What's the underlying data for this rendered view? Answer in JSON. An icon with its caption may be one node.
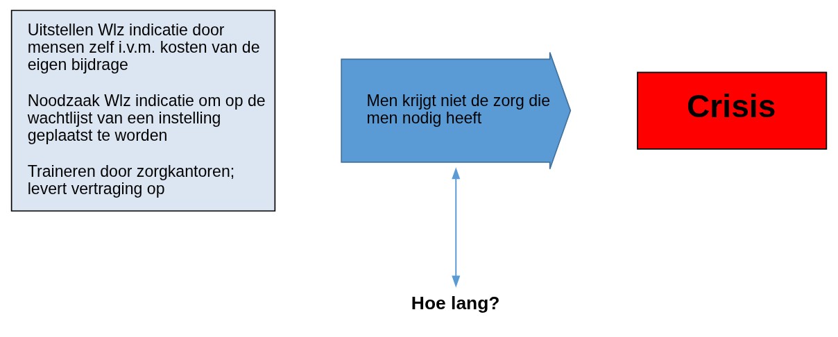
{
  "diagram": {
    "nodes": [
      {
        "text": [
          "Uitstellen Wlz indicatie door mensen zelf i.v.m. kosten van de eigen bijdrage",
          "Noodzaak Wlz indicatie om op de wachtlijst van een instelling geplaatst te worden",
          "Traineren door zorgkantoren; levert vertraging op"
        ]
      },
      {
        "text": [
          "Men krijgt niet de zorg die men nodig heeft"
        ]
      },
      {
        "text": [
          "Crisis"
        ]
      },
      {
        "text": [
          "Hoe lang?"
        ]
      }
    ],
    "edges": [
      {
        "from": 1,
        "to": 3,
        "arrow": "both"
      }
    ]
  }
}
